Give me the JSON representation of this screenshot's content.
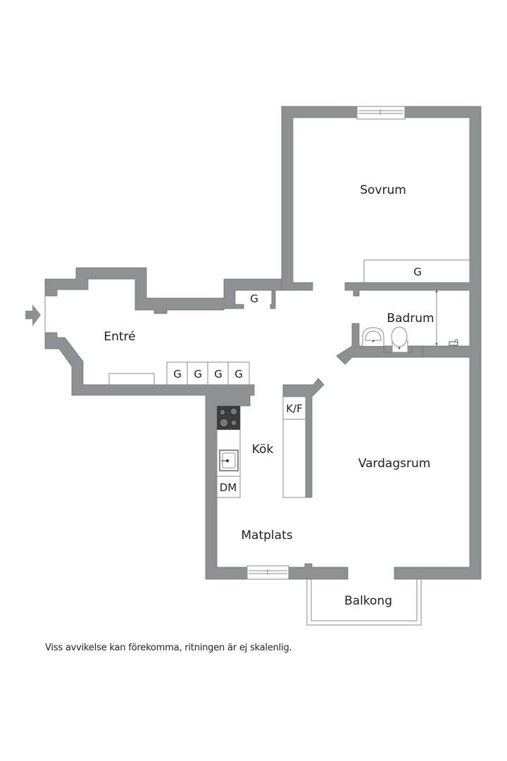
{
  "colors": {
    "wall": "#8e9192",
    "stove": "#3c3c3c",
    "background": "#ffffff",
    "text": "#1f1f1f"
  },
  "rooms": {
    "sovrum": "Sovrum",
    "badrum": "Badrum",
    "entre": "Entré",
    "kok": "Kök",
    "vardagsrum": "Vardagsrum",
    "matplats": "Matplats",
    "balkong": "Balkong"
  },
  "fixtures": {
    "wardrobe_sovrum": "G",
    "wardrobe_hall": "G",
    "wardrobes_entre": [
      "G",
      "G",
      "G",
      "G"
    ],
    "fridge_freezer": "K/F",
    "dishwasher": "DM"
  },
  "icons": {
    "entrance": "entrance-arrow-icon",
    "stove": "stove-icon",
    "kitchen_sink": "kitchen-sink-icon",
    "bath_sink": "wash-basin-icon",
    "toilet": "toilet-icon",
    "shower": "shower-curtain-icon",
    "window": "window-icon"
  },
  "footer": {
    "disclaimer": "Viss avvikelse kan förekomma, ritningen är ej skalenlig."
  }
}
